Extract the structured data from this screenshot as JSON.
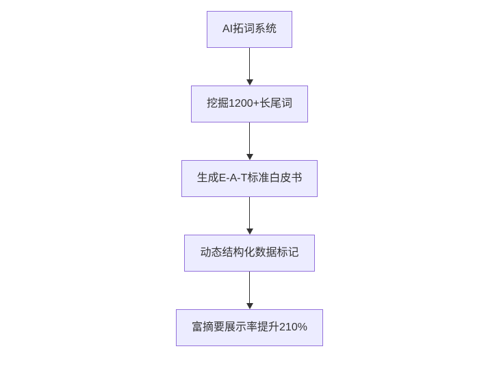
{
  "diagram": {
    "type": "flowchart",
    "direction": "top-down",
    "colors": {
      "node_fill": "#ECECFF",
      "node_border": "#9370DB",
      "edge": "#333333",
      "text": "#333333"
    },
    "nodes": [
      {
        "id": "n1",
        "label": "AI拓词系统"
      },
      {
        "id": "n2",
        "label": "挖掘1200+长尾词"
      },
      {
        "id": "n3",
        "label": "生成E-A-T标准白皮书"
      },
      {
        "id": "n4",
        "label": "动态结构化数据标记"
      },
      {
        "id": "n5",
        "label": "富摘要展示率提升210%"
      }
    ]
  }
}
